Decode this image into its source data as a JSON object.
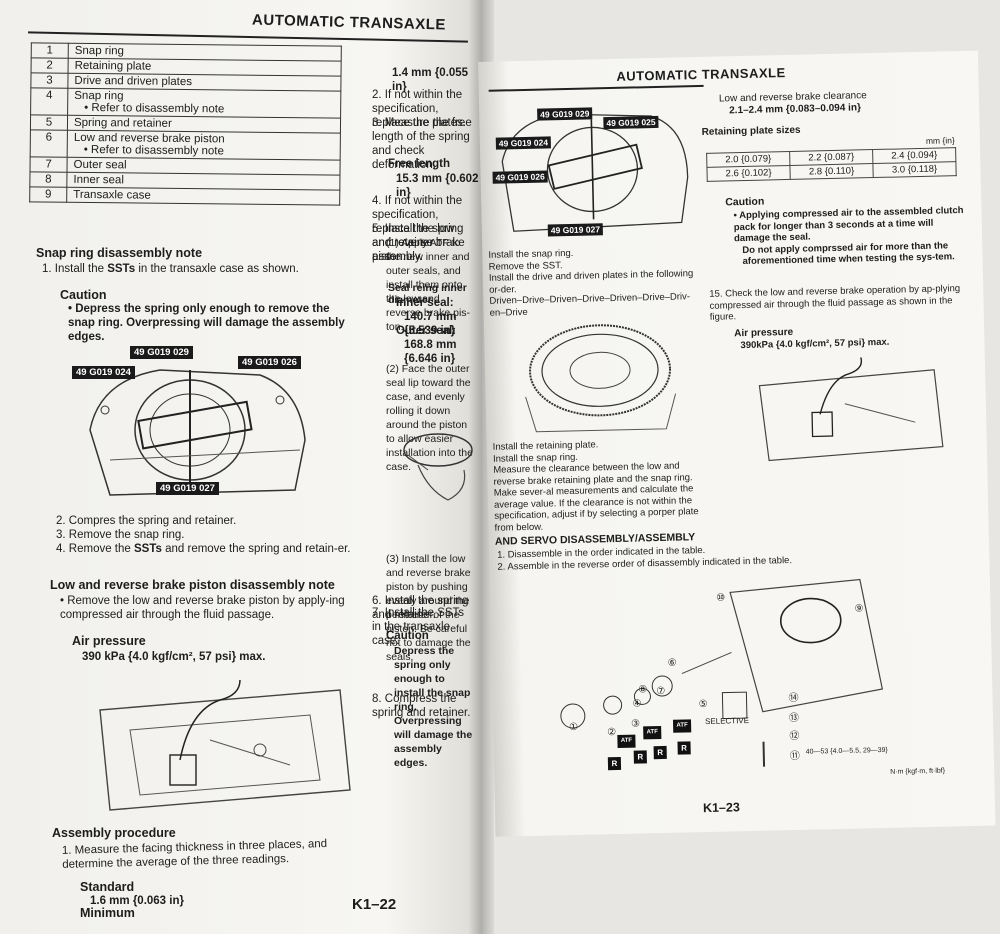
{
  "left": {
    "header": "AUTOMATIC TRANSAXLE",
    "parts": [
      {
        "num": "1",
        "name": "Snap ring",
        "note": ""
      },
      {
        "num": "2",
        "name": "Retaining plate",
        "note": ""
      },
      {
        "num": "3",
        "name": "Drive and driven plates",
        "note": ""
      },
      {
        "num": "4",
        "name": "Snap ring",
        "note": "Refer to disassembly note"
      },
      {
        "num": "5",
        "name": "Spring and retainer",
        "note": ""
      },
      {
        "num": "6",
        "name": "Low and reverse brake piston",
        "note": "Refer to disassembly note"
      },
      {
        "num": "7",
        "name": "Outer seal",
        "note": ""
      },
      {
        "num": "8",
        "name": "Inner seal",
        "note": ""
      },
      {
        "num": "9",
        "name": "Transaxle case",
        "note": ""
      }
    ],
    "snap": {
      "heading": "Snap ring disassembly note",
      "step1_pre": "1. Install the ",
      "step1_sst": "SSTs",
      "step1_post": " in the transaxle case as shown.",
      "caution_title": "Caution",
      "caution_text": "Depress the spring only enough to remove the snap ring. Overpressing will damage the assembly edges.",
      "tags": [
        "49 G019 029",
        "49 G019 024",
        "49 G019 026",
        "49 G019 027"
      ],
      "step2": "2. Compres the spring and retainer.",
      "step3": "3. Remove the snap ring.",
      "step4_pre": "4. Remove the ",
      "step4_sst": "SSTs",
      "step4_post": " and remove the spring and retain-er."
    },
    "piston": {
      "heading": "Low and reverse brake piston disassembly note",
      "bullet": "Remove the low and reverse brake piston by apply-ing compressed air through the fluid passage.",
      "air_title": "Air pressure",
      "air_value": "390 kPa {4.0 kgf/cm², 57 psi} max."
    },
    "assembly": {
      "heading": "Assembly procedure",
      "step1": "1. Measure the facing thickness in three places, and determine the average of the three readings.",
      "standard_label": "Standard",
      "standard_value": "1.6 mm {0.063 in}",
      "minimum_label": "Minimum"
    },
    "right_col": {
      "val_top": "1.4 mm {0.055 in}",
      "step2": "2. If not within the specification, replace the plates.",
      "step3": "3. Measure the free length of the spring and check deformation.",
      "free_length_title": "Free length",
      "free_length_value": "15.3 mm {0.602 in}",
      "step4": "4. If not within the specification, replace the spring and retainer assembly.",
      "step5": "5. Install the low and reverse brake piston.",
      "step5_1": "(1) Apply ATF to the new inner and outer seals, and install them onto the low and reverse brake pis-ton.",
      "seal_title": "Seal reing inner diameter",
      "inner_label": "Inner seal:",
      "inner_value": "140.7 mm {5.539 in}",
      "outer_label": "Outer seal:",
      "outer_value": "168.8 mm {6.646 in}",
      "step5_2": "(2) Face the outer seal lip toward the case, and evenly rolling it down around the piston to allow easier installation into the case.",
      "step5_3": "(3) Install the low and reverse brake piston by pushing evenly around the perimeter of the piston. Be careful not to damage the seals.",
      "step6": "6. Install the spring and retainer.",
      "step7": "7. Install the SSTs in the transaxle case.",
      "caution_title": "Caution",
      "caution_text": "Depress the spring only enough to install the snap ring. Overpressing will damage the assembly edges.",
      "step8": "8. Compress the spring and retainer."
    },
    "page_number": "K1–22"
  },
  "right": {
    "header": "AUTOMATIC TRANSAXLE",
    "tags": [
      "49 G019 029",
      "49 G019 025",
      "49 G019 024",
      "49 G019 026",
      "49 G019 027"
    ],
    "steps_a": [
      "Install the snap ring.",
      "Remove the SST.",
      "Install the drive and driven plates in the following or-der.",
      "Driven–Drive–Driven–Drive–Driven–Drive–Driv-en–Drive"
    ],
    "steps_b": [
      "Install the retaining plate.",
      "Install the snap ring.",
      "Measure the clearance between the low and reverse brake retaining plate and the snap ring. Make sever-al measurements and calculate the average value. If the clearance is not within the specification, adjust if by selecting a porper plate from below."
    ],
    "servo": {
      "heading": "AND SERVO DISASSEMBLY/ASSEMBLY",
      "step1": "1. Disassemble in the order indicated in the table.",
      "step2": "2. Assemble in the reverse order of disassembly indicated in the table."
    },
    "clearance_title": "Low and reverse brake clearance",
    "clearance_value": "2.1–2.4 mm {0.083–0.094 in}",
    "sizes_title": "Retaining plate sizes",
    "sizes_unit": "mm {in}",
    "sizes": [
      [
        "2.0 {0.079}",
        "2.2 {0.087}",
        "2.4 {0.094}"
      ],
      [
        "2.6 {0.102}",
        "2.8 {0.110}",
        "3.0 {0.118}"
      ]
    ],
    "caution_title": "Caution",
    "caution_items": [
      "Applying compressed air to the assembled clutch pack for longer than 3 seconds at a time will damage the seal.",
      "Do not apply comprssed air for more than the aforementioned time when testing the sys-tem."
    ],
    "step15": "15. Check the low and reverse brake operation by ap-plying compressed air through the fluid passage as shown in the figure.",
    "air_title": "Air pressure",
    "air_value": "390kPa {4.0 kgf/cm², 57 psi} max.",
    "callouts": [
      "⑩",
      "⑨",
      "⑥",
      "⑤",
      "①",
      "②",
      "③",
      "④",
      "⑦",
      "⑧",
      "⑭",
      "⑬",
      "⑫",
      "⑪"
    ],
    "selective": "SELECTIVE",
    "badges": [
      "ATF",
      "ATF",
      "ATF",
      "R",
      "R",
      "R",
      "R"
    ],
    "torque_text": "40—53 {4.0—5.5, 29—39}",
    "unit_text": "N·m {kgf·m, ft·lbf}",
    "page_number": "K1–23"
  }
}
